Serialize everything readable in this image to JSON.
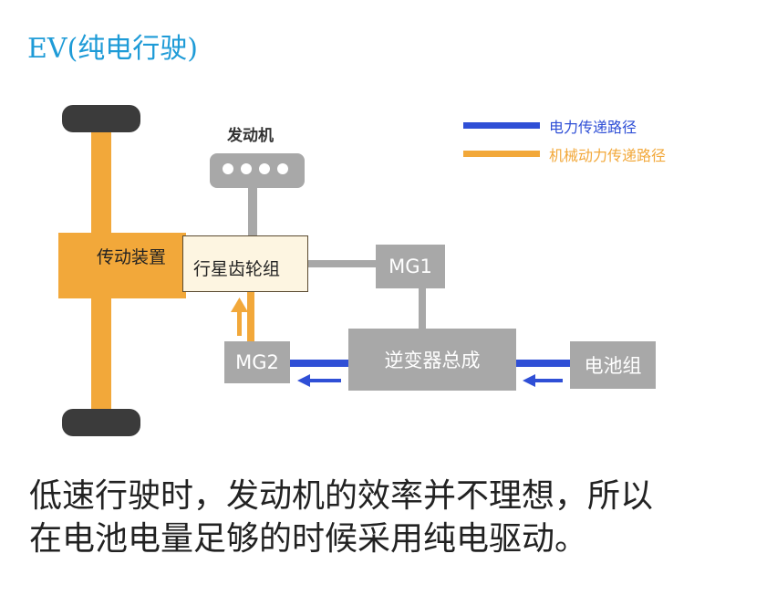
{
  "title": "EV(纯电行驶)",
  "legend": {
    "electric": "电力传递路径",
    "mechanical": "机械动力传递路径"
  },
  "components": {
    "engine": "发动机",
    "transmission": "传动装置",
    "planetary": "行星齿轮组",
    "mg1": "MG1",
    "mg2": "MG2",
    "inverter": "逆变器总成",
    "battery": "电池组"
  },
  "caption": {
    "line1": "低速行驶时，发动机的效率并不理想，所以",
    "line2": "在电池电量足够的时候采用纯电驱动。"
  },
  "colors": {
    "title": "#1e9bd7",
    "electric_path": "#2f4fd6",
    "mechanical_path": "#f2a83a",
    "component": "#a8a8a8",
    "wheel": "#3b3b3b"
  }
}
